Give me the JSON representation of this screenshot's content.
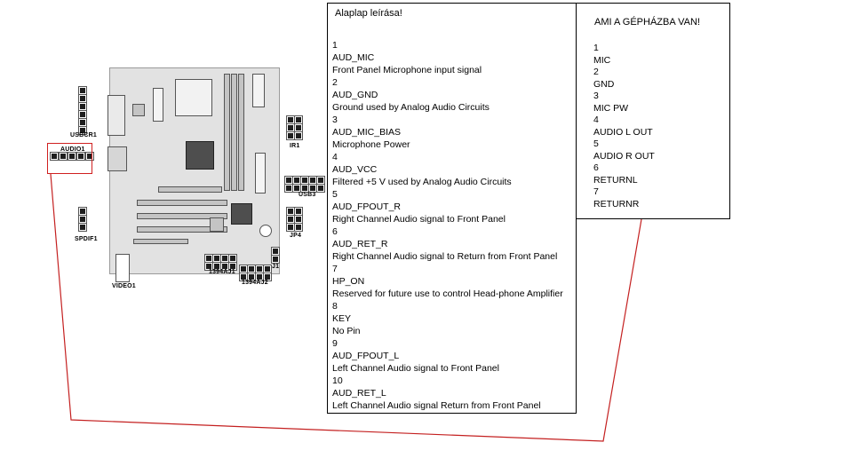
{
  "diagram": {
    "labels": {
      "usbcr1": "USBCR1",
      "audio1": "AUDIO1",
      "spdif1": "SPDIF1",
      "video1": "VIDEO1",
      "ir1": "IR1",
      "usb3": "USB3",
      "jp4": "JP4",
      "j1": "J1",
      "ieee1": "1394AJ1",
      "ieee2": "1394AJ2"
    },
    "colors": {
      "highlight": "#d02020"
    }
  },
  "board_desc": {
    "title": "Alaplap leírása!",
    "lines": [
      "1",
      "AUD_MIC",
      "Front Panel Microphone input signal",
      "2",
      "AUD_GND",
      "Ground used by Analog Audio Circuits",
      "3",
      "AUD_MIC_BIAS",
      "Microphone Power",
      "4",
      "AUD_VCC",
      "Filtered +5 V used by Analog Audio Circuits",
      "5",
      "AUD_FPOUT_R",
      "Right Channel Audio signal to Front Panel",
      "6",
      "AUD_RET_R",
      "Right Channel Audio signal to Return from Front Panel",
      "7",
      "HP_ON",
      "Reserved for future use to control Head-phone Amplifier",
      "8",
      "KEY",
      "No Pin",
      "9",
      "AUD_FPOUT_L",
      "Left Channel Audio signal to Front Panel",
      "10",
      "AUD_RET_L",
      "Left Channel Audio signal Return from Front Panel"
    ]
  },
  "case_desc": {
    "title": "AMI A GÉPHÁZBA VAN!",
    "lines": [
      "1",
      "MIC",
      "2",
      "GND",
      "3",
      "MIC PW",
      "4",
      "AUDIO L OUT",
      "5",
      "AUDIO R OUT",
      "6",
      "RETURNL",
      "7",
      "RETURNR"
    ]
  }
}
